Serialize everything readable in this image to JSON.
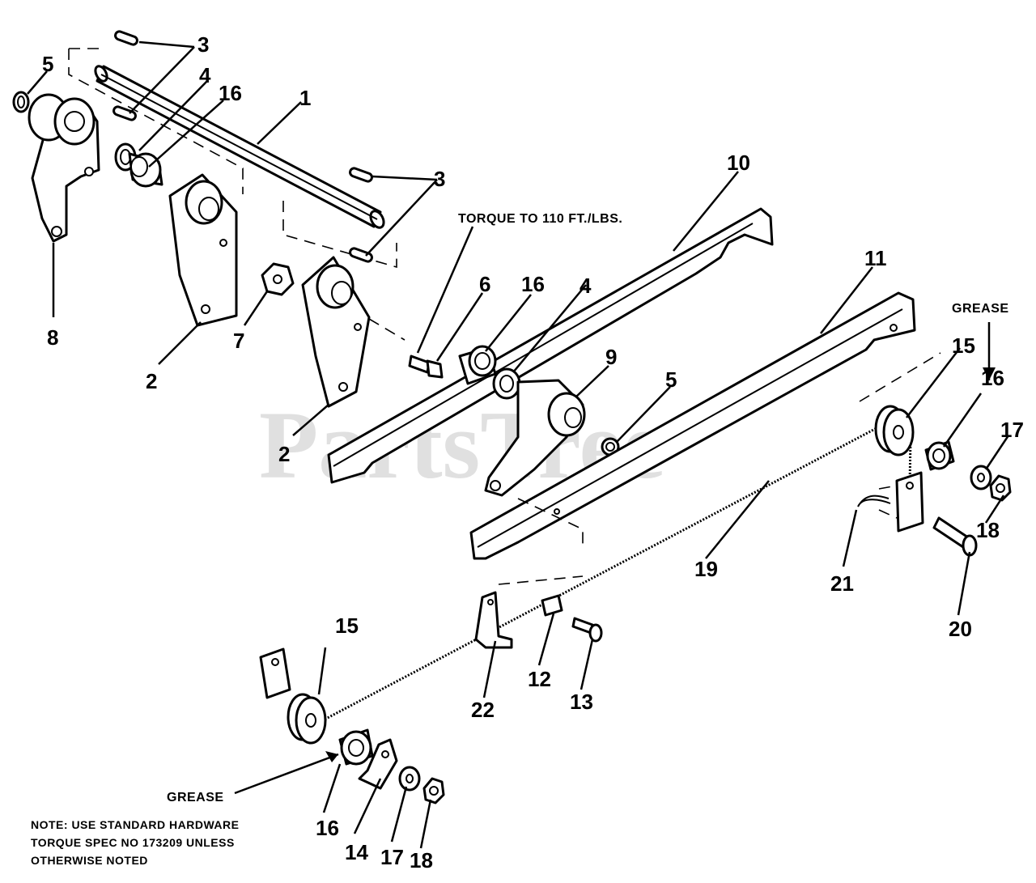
{
  "watermark": "PartsTree",
  "annotations": {
    "torque": "TORQUE TO 110 FT./LBS.",
    "grease_right": "GREASE",
    "grease_left": "GREASE",
    "note_line1": "NOTE: USE STANDARD HARDWARE",
    "note_line2": "TORQUE SPEC NO 173209 UNLESS",
    "note_line3": "OTHERWISE NOTED"
  },
  "callouts": {
    "c1": "1",
    "c2a": "2",
    "c2b": "2",
    "c3a": "3",
    "c3b": "3",
    "c4a": "4",
    "c4b": "4",
    "c5a": "5",
    "c5b": "5",
    "c6": "6",
    "c7": "7",
    "c8": "8",
    "c9": "9",
    "c10": "10",
    "c11": "11",
    "c12": "12",
    "c13": "13",
    "c14": "14",
    "c15a": "15",
    "c15b": "15",
    "c16a": "16",
    "c16b": "16",
    "c16c": "16",
    "c16d": "16",
    "c17a": "17",
    "c17b": "17",
    "c18a": "18",
    "c18b": "18",
    "c19": "19",
    "c20": "20",
    "c21": "21",
    "c22": "22"
  }
}
